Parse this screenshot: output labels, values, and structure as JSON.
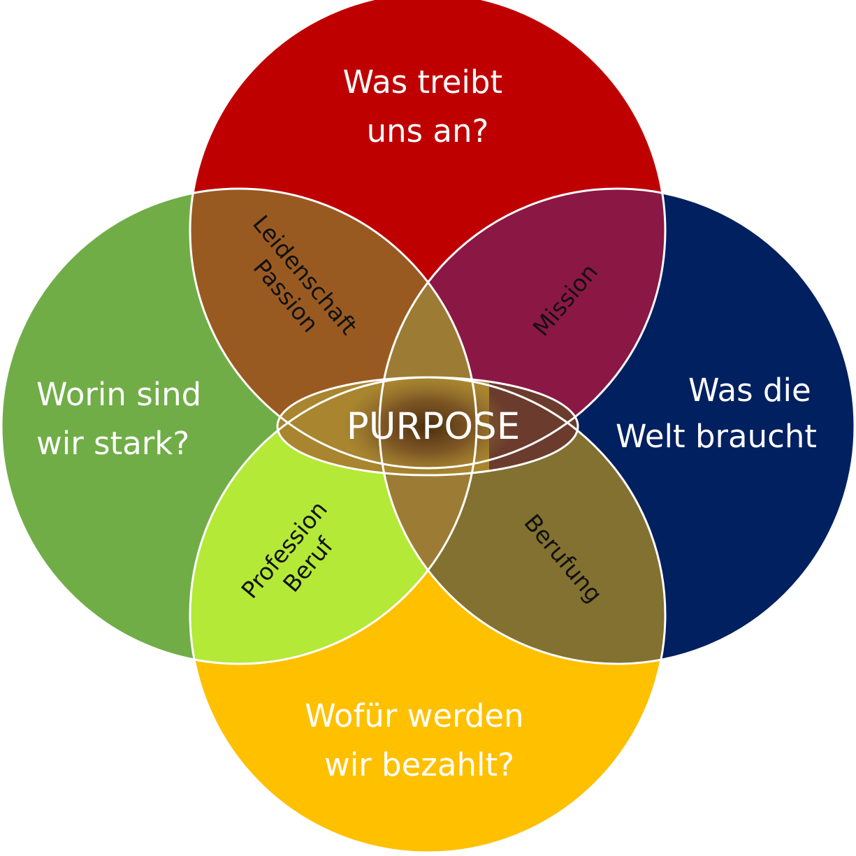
{
  "colors": {
    "top": "#bf0000",
    "left": "#70ad47",
    "right": "#002060",
    "bottom": "#ffc000",
    "outline": "#ffffff"
  },
  "circles": {
    "top": {
      "line1": "Was treibt",
      "line2": "uns an?"
    },
    "left": {
      "line1": "Worin sind",
      "line2": "wir stark?"
    },
    "right": {
      "line1": "Was die",
      "line2": "Welt braucht"
    },
    "bottom": {
      "line1": "Wofür werden",
      "line2": "wir bezahlt?"
    }
  },
  "overlaps": {
    "top_left": {
      "line1": "Leidenschaft",
      "line2": "Passion",
      "color": "#995a22"
    },
    "top_right": {
      "line1": "Mission",
      "color": "#8b1745"
    },
    "bottom_left": {
      "line1": "Profession",
      "line2": "Beruf",
      "color": "#b4e937"
    },
    "bottom_right": {
      "line1": "Berufung",
      "color": "#827130"
    }
  },
  "center": {
    "label": "PURPOSE"
  }
}
